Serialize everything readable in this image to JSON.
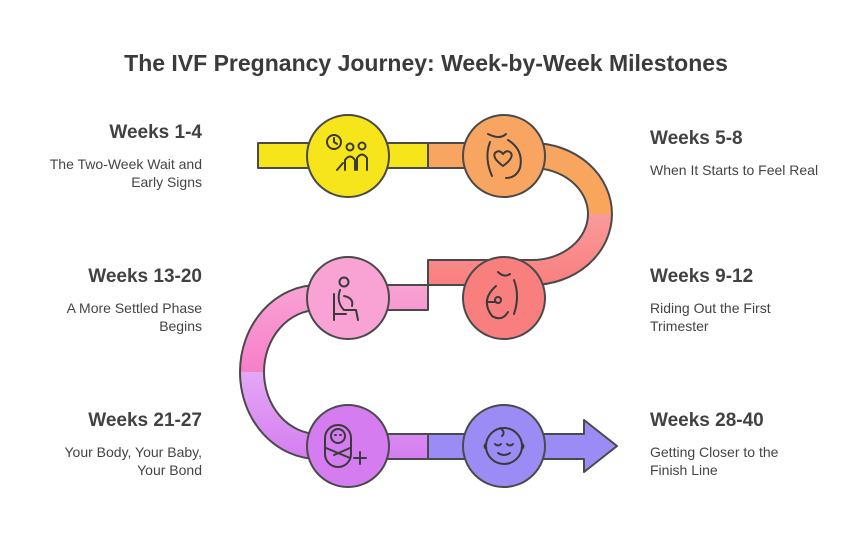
{
  "title": "The IVF Pregnancy Journey: Week-by-Week Milestones",
  "milestones": [
    {
      "heading": "Weeks 1-4",
      "description": "The Two-Week Wait and Early Signs",
      "icon": "clock-people-icon",
      "color": "#f7e51b"
    },
    {
      "heading": "Weeks 5-8",
      "description": "When It Starts to Feel Real",
      "icon": "pregnant-belly-heart-icon",
      "color": "#f8a562"
    },
    {
      "heading": "Weeks 9-12",
      "description": "Riding Out the First Trimester",
      "icon": "pregnant-woman-icon",
      "color": "#f97f7f"
    },
    {
      "heading": "Weeks 13-20",
      "description": "A More Settled Phase Begins",
      "icon": "seated-pregnant-woman-icon",
      "color": "#f8a3d4"
    },
    {
      "heading": "Weeks 21-27",
      "description": "Your Body, Your Baby, Your Bond",
      "icon": "swaddled-baby-plus-icon",
      "color": "#d57df0"
    },
    {
      "heading": "Weeks 28-40",
      "description": "Getting Closer to the Finish Line",
      "icon": "baby-face-icon",
      "color": "#9b8cf5"
    }
  ]
}
